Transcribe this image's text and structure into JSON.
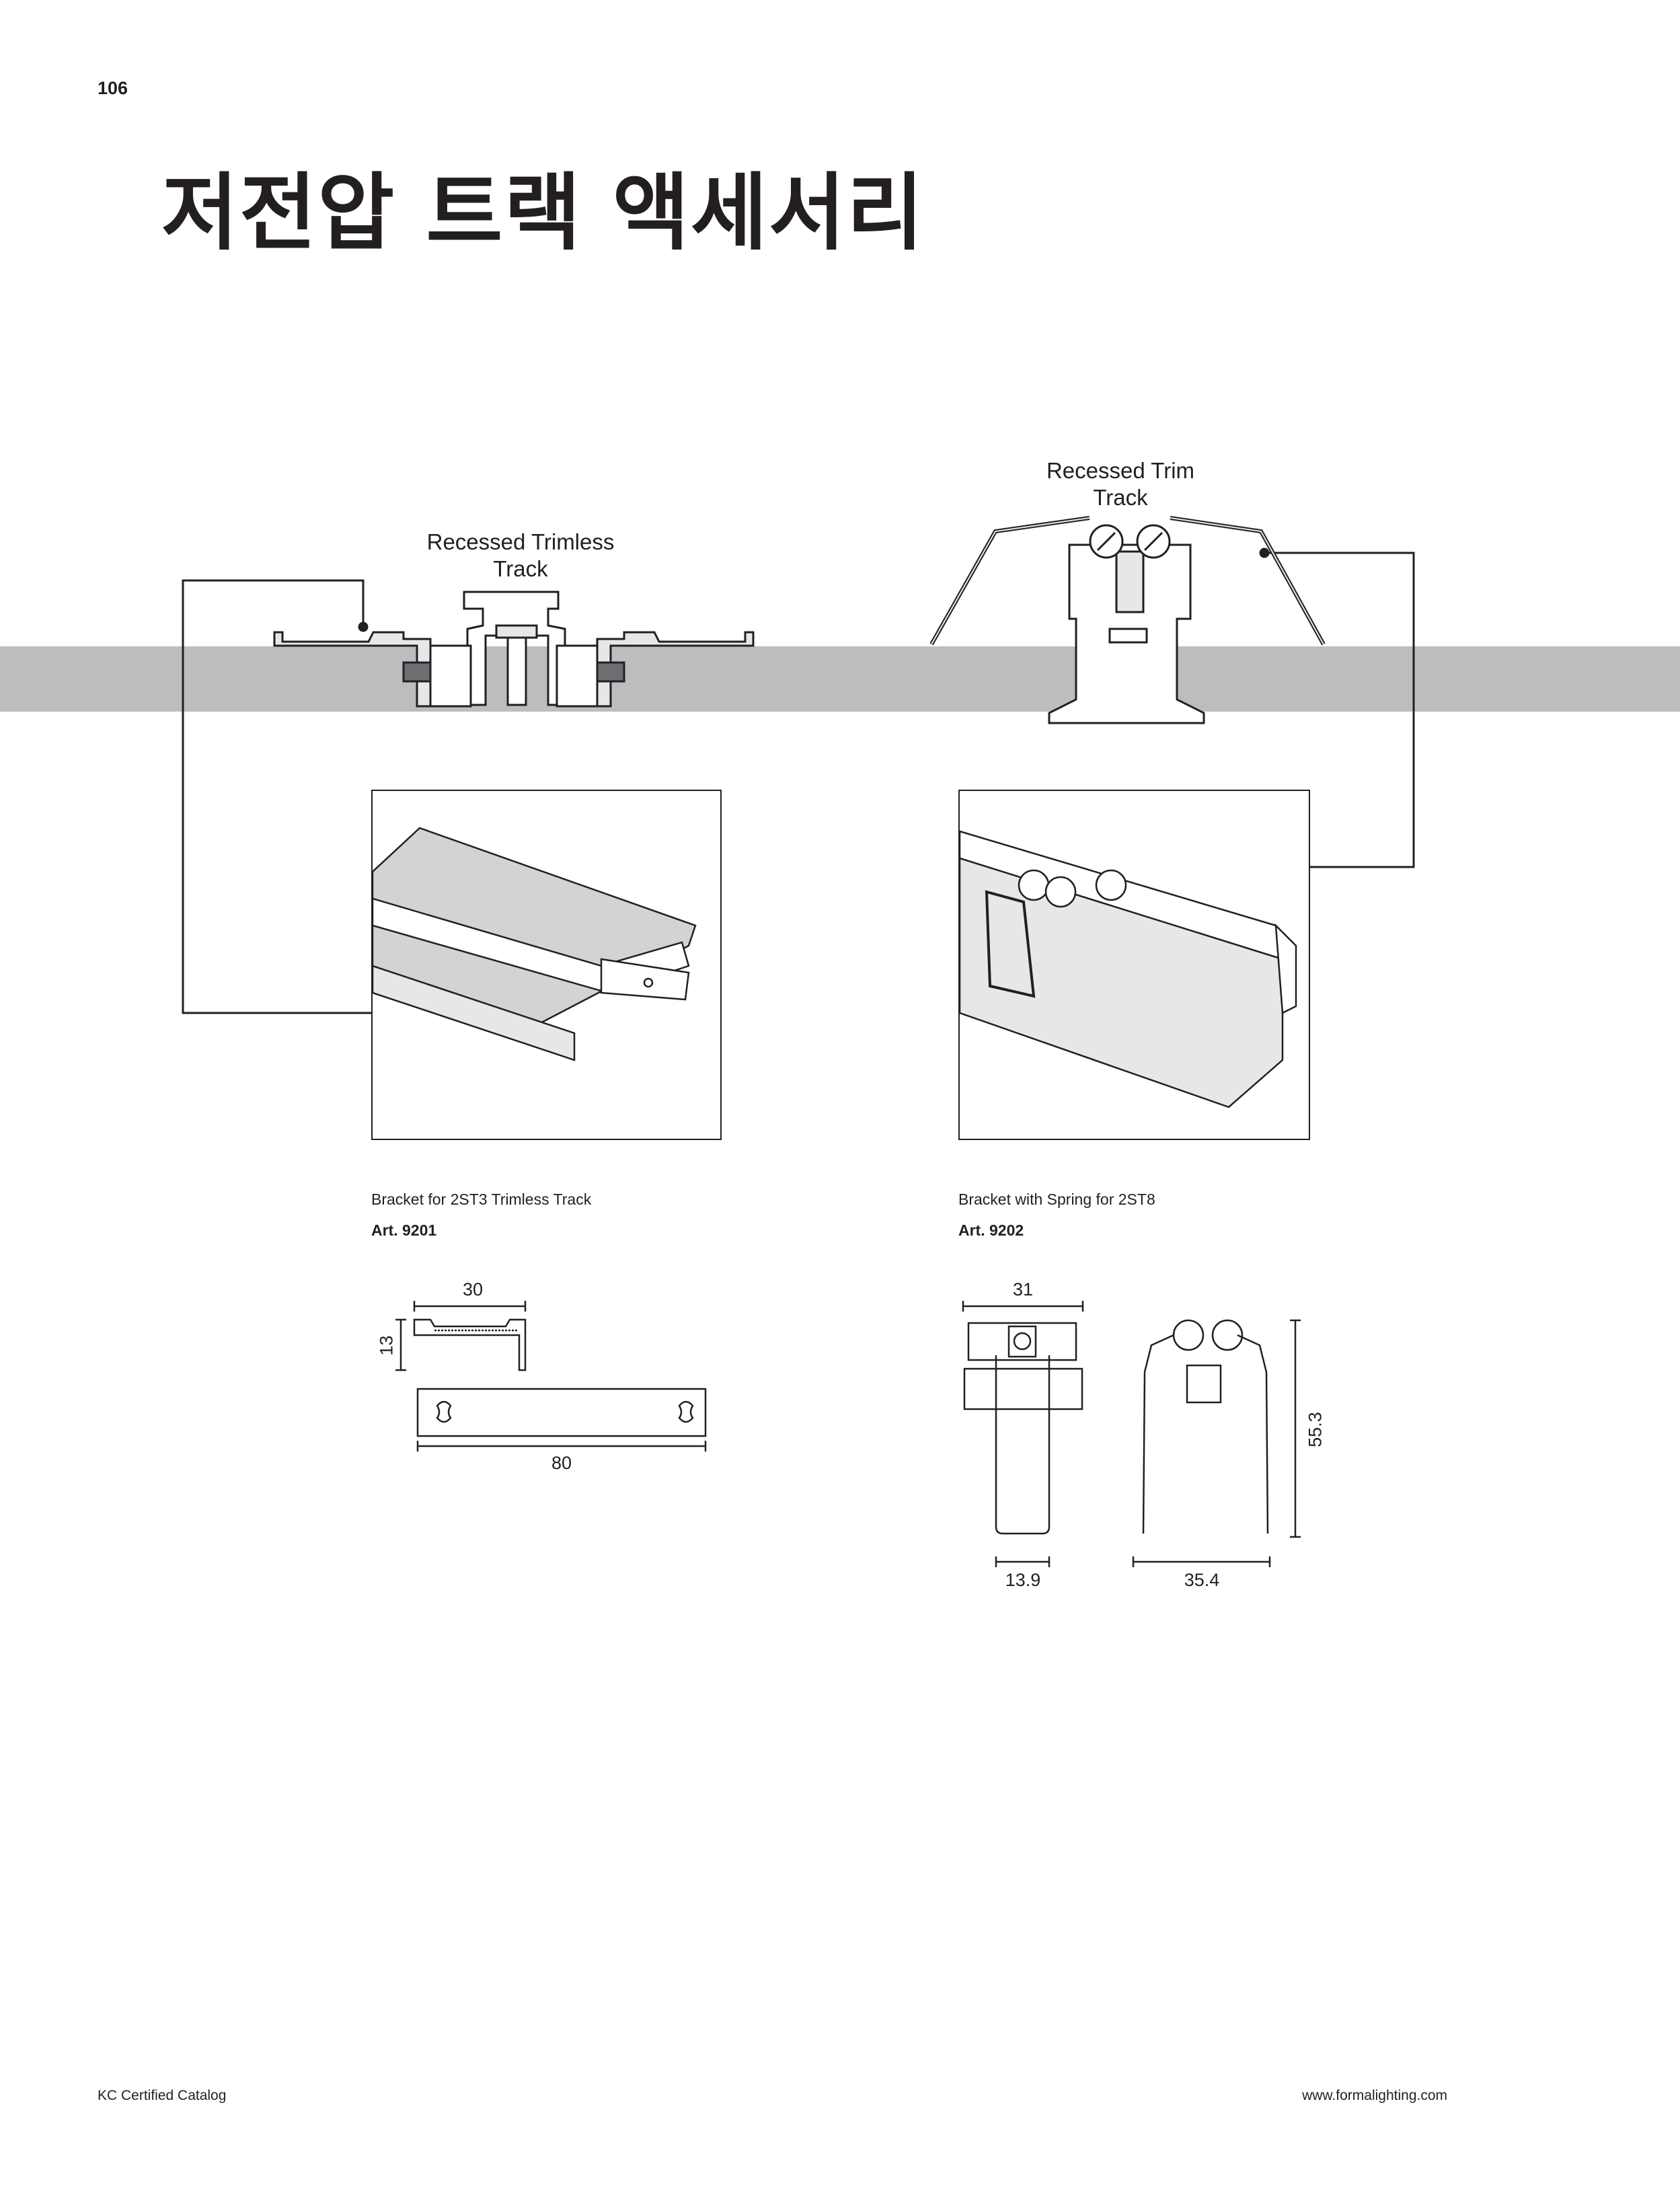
{
  "page_number": "106",
  "title": "저전압 트랙 액세서리",
  "diagram_labels": {
    "trimless": [
      "Recessed Trimless",
      "Track"
    ],
    "trim": [
      "Recessed Trim",
      "Track"
    ]
  },
  "products": [
    {
      "caption": "Bracket for 2ST3 Trimless Track",
      "art": "Art. 9201",
      "dimensions": {
        "width_top": "30",
        "height": "13",
        "length": "80"
      }
    },
    {
      "caption": "Bracket with Spring for 2ST8",
      "art": "Art. 9202",
      "dimensions": {
        "width_top": "31",
        "height": "55.3",
        "width_front": "13.9",
        "width_side": "35.4"
      }
    }
  ],
  "footer": {
    "left": "KC Certified Catalog",
    "right": "www.formalighting.com"
  },
  "colors": {
    "band": "#bcbdbf",
    "ink": "#231f20",
    "part_fill": "#e6e7e8"
  }
}
